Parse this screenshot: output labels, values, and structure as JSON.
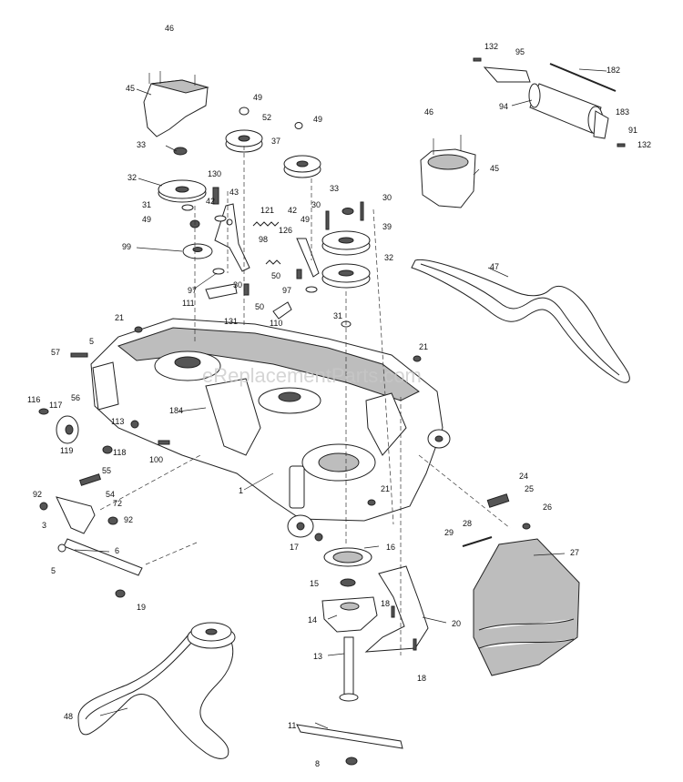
{
  "watermark": "eReplacementParts.com",
  "callouts": {
    "c46a": "46",
    "c45a": "45",
    "c49a": "49",
    "c52": "52",
    "c49b": "49",
    "c37": "37",
    "c132a": "132",
    "c95": "95",
    "c182": "182",
    "c94": "94",
    "c183": "183",
    "c91": "91",
    "c132b": "132",
    "c46b": "46",
    "c45b": "45",
    "c33a": "33",
    "c32a": "32",
    "c130": "130",
    "c42a": "42",
    "c43": "43",
    "c31a": "31",
    "c49c": "49",
    "c121": "121",
    "c42b": "42",
    "c49d": "49",
    "c30a": "30",
    "c33b": "33",
    "c30b": "30",
    "c39": "39",
    "c126": "126",
    "c99": "99",
    "c98": "98",
    "c32b": "32",
    "c47": "47",
    "c50a": "50",
    "c97a": "97",
    "c97b": "97",
    "c111": "111",
    "c30c": "30",
    "c50b": "50",
    "c131": "131",
    "c110": "110",
    "c31b": "31",
    "c21a": "21",
    "c5a": "5",
    "c57": "57",
    "c21b": "21",
    "c116": "116",
    "c117": "117",
    "c56": "56",
    "c184": "184",
    "c113": "113",
    "c119": "119",
    "c118": "118",
    "c100": "100",
    "c55": "55",
    "c1": "1",
    "c21c": "21",
    "c92a": "92",
    "c54": "54",
    "c72": "72",
    "c92b": "92",
    "c3": "3",
    "c24": "24",
    "c25": "25",
    "c26": "26",
    "c17": "17",
    "c16": "16",
    "c28": "28",
    "c29": "29",
    "c27": "27",
    "c6": "6",
    "c5b": "5",
    "c15": "15",
    "c19": "19",
    "c18a": "18",
    "c14": "14",
    "c20": "20",
    "c13": "13",
    "c18b": "18",
    "c48": "48",
    "c11": "11",
    "c8": "8"
  }
}
